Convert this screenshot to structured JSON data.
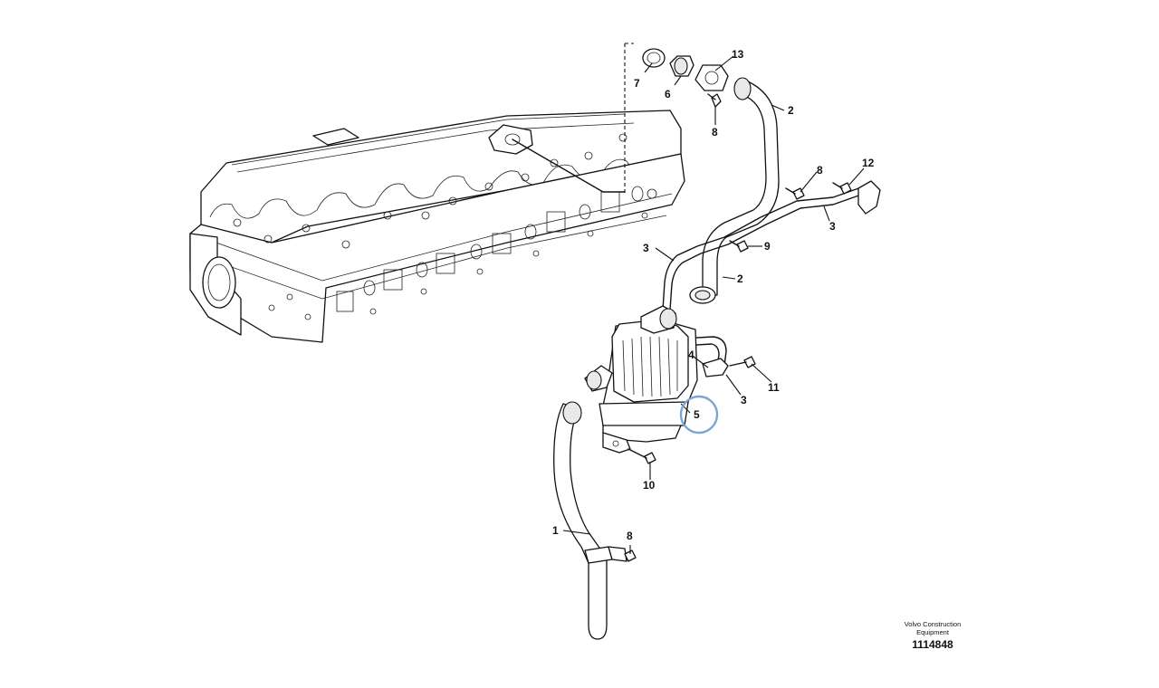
{
  "callouts": {
    "c1": "1",
    "c2a": "2",
    "c2b": "2",
    "c3a": "3",
    "c3b": "3",
    "c3c": "3",
    "c4": "4",
    "c5": "5",
    "c6": "6",
    "c7": "7",
    "c8a": "8",
    "c8b": "8",
    "c8c": "8",
    "c9": "9",
    "c10": "10",
    "c11": "11",
    "c12": "12",
    "c13": "13"
  },
  "footer": {
    "company_line1": "Volvo Construction",
    "company_line2": "Equipment",
    "drawing_number": "1114848"
  },
  "colors": {
    "highlight": "#7aa6d6",
    "ink": "#111111"
  }
}
